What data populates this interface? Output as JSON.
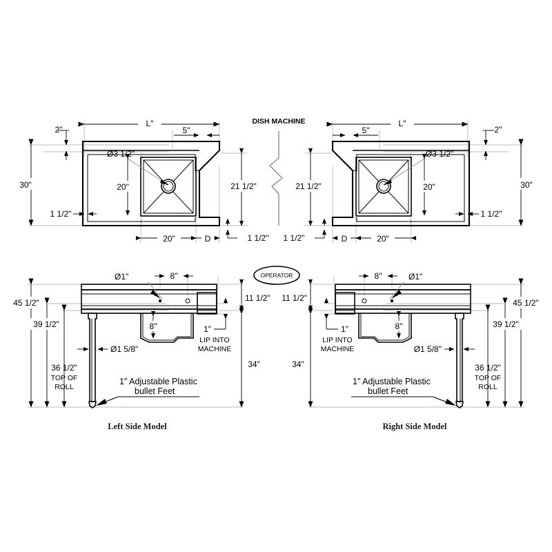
{
  "drawing": {
    "title_center_top": "DISH MACHINE",
    "operator_label": "OPERATOR",
    "left_model_label": "Left Side Model",
    "right_model_label": "Right Side Model"
  },
  "top_view_left": {
    "length_overall": "L\"",
    "notch_offset": "5\"",
    "back_splash": "2\"",
    "depth_overall": "30\"",
    "front_edge": "1 1/2\"",
    "drain_dia": "Ø3 1/2\"",
    "bowl_depth": "20\"",
    "bowl_width": "20\"",
    "dish_machine_depth": "21 1/2\"",
    "bowl_to_end": "D",
    "front_lip": "1 1/2\""
  },
  "top_view_right": {
    "length_overall": "L\"",
    "notch_offset": "5\"",
    "back_splash": "2\"",
    "depth_overall": "30\"",
    "front_edge": "1 1/2\"",
    "drain_dia": "Ø3 1/2\"",
    "bowl_depth": "20\"",
    "bowl_width": "20\"",
    "dish_machine_depth": "21 1/2\"",
    "bowl_to_end": "D",
    "front_lip": "1 1/2\""
  },
  "side_view_left": {
    "faucet_hole_dia": "Ø1\"",
    "faucet_hole_spacing": "8\"",
    "overall_height": "45 1/2\"",
    "work_top_height": "39 1/2\"",
    "roll_height": "36 1/2\"",
    "roll_height_note": "TOP OF\nROLL",
    "leg_dia": "Ø1 5/8\"",
    "bowl_depth": "8\"",
    "lip_height": "1\"",
    "lip_note": "LIP  INTO\nMACHINE",
    "machine_lip_height": "11 1/2\"",
    "table_height": "34\"",
    "feet_note": "1\" Adjustable Plastic\nbullet Feet",
    "feet_note_line1": "1\" Adjustable Plastic",
    "feet_note_line2": "bullet Feet",
    "roll_note_line1": "TOP OF",
    "roll_note_line2": "ROLL",
    "lip_note_line1": "LIP  INTO",
    "lip_note_line2": "MACHINE"
  },
  "side_view_right": {
    "faucet_hole_dia": "Ø1\"",
    "faucet_hole_spacing": "8\"",
    "overall_height": "45 1/2\"",
    "work_top_height": "39 1/2\"",
    "roll_height": "36 1/2\"",
    "leg_dia": "Ø1 5/8\"",
    "bowl_depth": "8\"",
    "lip_height": "1\"",
    "machine_lip_height": "11 1/2\"",
    "table_height": "34\"",
    "feet_note_line1": "1\" Adjustable Plastic",
    "feet_note_line2": "bullet Feet",
    "roll_note_line1": "TOP OF",
    "roll_note_line2": "ROLL",
    "lip_note_line1": "LIP  INTO",
    "lip_note_line2": "MACHINE"
  },
  "colors": {
    "line": "#000000",
    "extension": "#b9b9b9",
    "leader": "#8f8f8f",
    "background": "#ffffff"
  }
}
